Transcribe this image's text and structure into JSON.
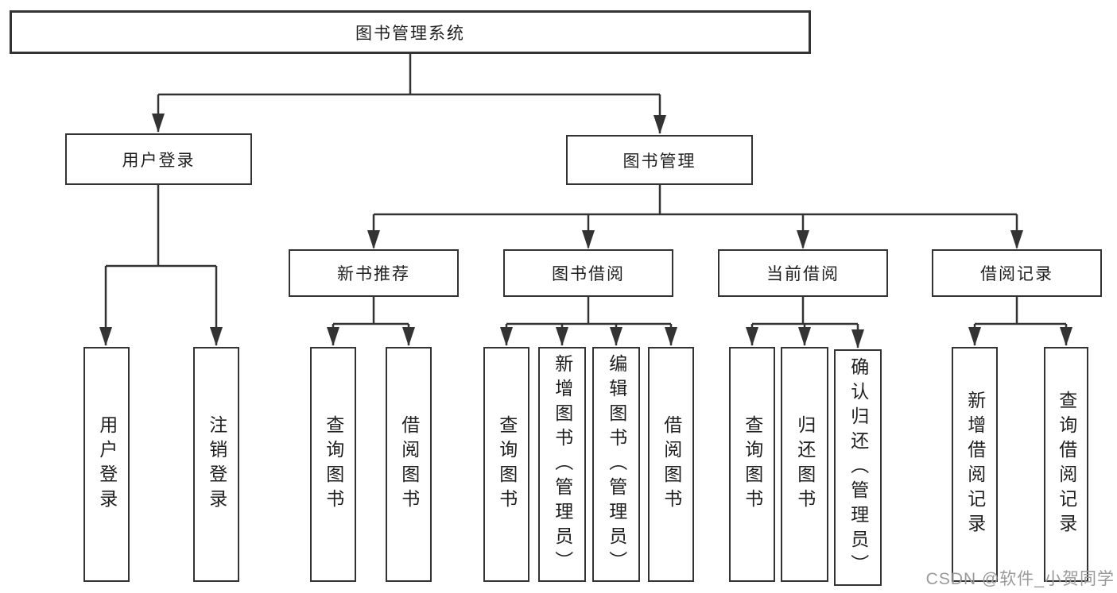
{
  "diagram": {
    "nodes": {
      "root": "图书管理系统",
      "user_login": "用户登录",
      "book_mgmt": "图书管理",
      "new_book_rec": "新书推荐",
      "book_borrow": "图书借阅",
      "current_borrow": "当前借阅",
      "borrow_record": "借阅记录"
    },
    "leaves": {
      "user_login": [
        "用户登录",
        "注销登录"
      ],
      "new_book_rec": [
        "查询图书",
        "借阅图书"
      ],
      "book_borrow": [
        "查询图书",
        "新增图书（管理员）",
        "编辑图书（管理员）",
        "借阅图书"
      ],
      "current_borrow": [
        "查询图书",
        "归还图书",
        "确认归还（管理员）"
      ],
      "borrow_record": [
        "新增借阅记录",
        "查询借阅记录"
      ]
    },
    "colors": {
      "line": "#333333",
      "box_border": "#333333",
      "text": "#1f1f1f",
      "background": "#ffffff",
      "watermark": "#9a9a9a"
    },
    "watermark": "CSDN @软件_小贺同学"
  }
}
